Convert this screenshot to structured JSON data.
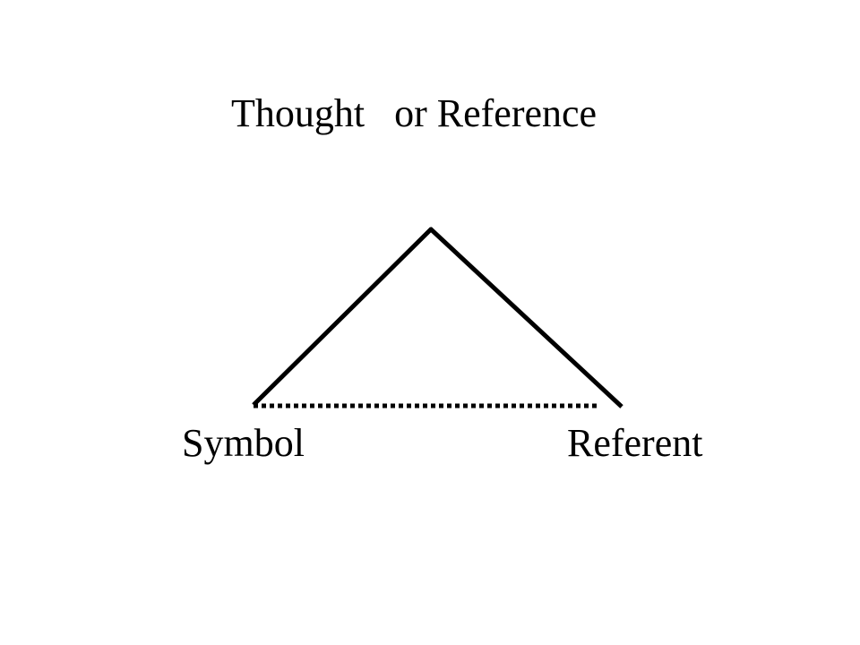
{
  "diagram": {
    "top_label": "Thought   or Reference",
    "left_label": "Symbol",
    "right_label": "Referent",
    "line_color": "#000000",
    "background_color": "#ffffff"
  }
}
